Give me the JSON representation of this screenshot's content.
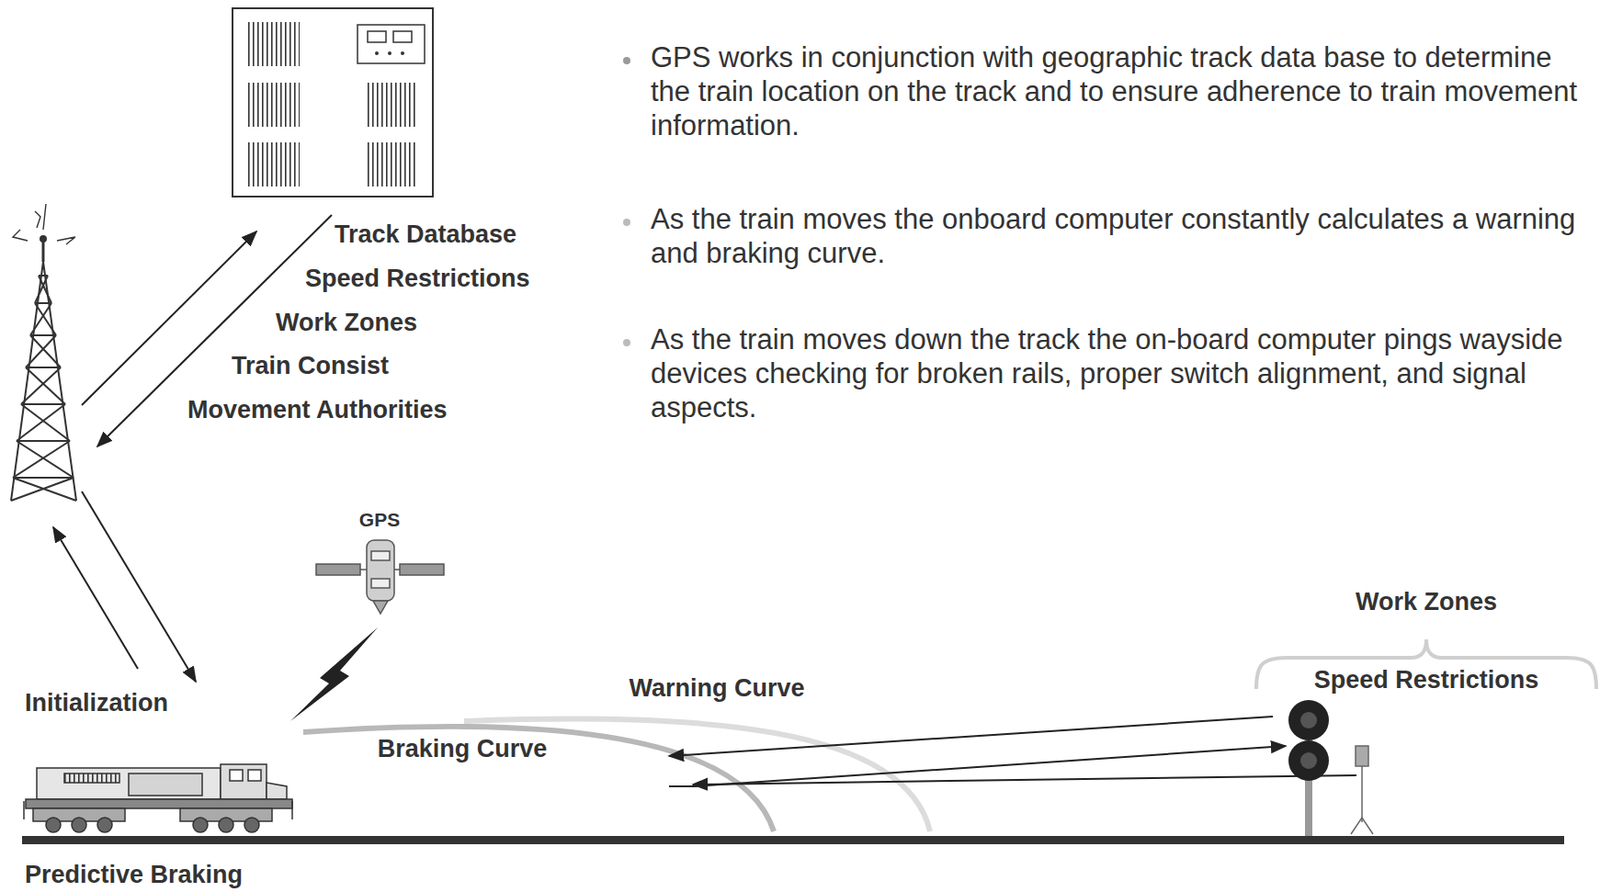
{
  "diagram": {
    "labels": [
      "GPS works in conjunction with geographic track data base to determine the train location on the track and to ensure adherence to train movement information.",
      "As the train moves the onboard computer constantly calculates a warning and braking curve.",
      "As the train moves down the track the on-board computer pings wayside devices checking for broken rails, proper switch alignment, and signal aspects.",
      "Track Database",
      "Speed Restrictions",
      "Work Zones",
      "Train Consist",
      "Movement Authorities",
      "GPS",
      "Initialization",
      "Warning Curve",
      "Braking Curve",
      "Work Zones",
      "Speed Restrictions",
      "Predictive Braking"
    ]
  }
}
